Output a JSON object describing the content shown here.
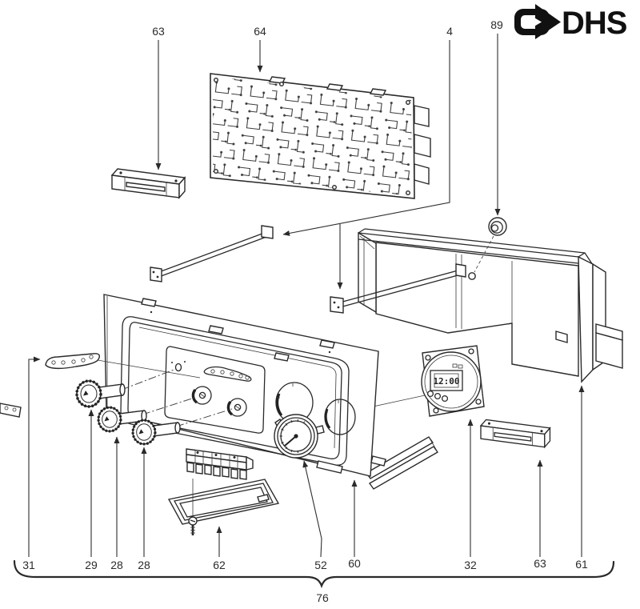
{
  "brand": {
    "name": "DHS",
    "logo_icon": "arrow-right-badge"
  },
  "diagram": {
    "kind": "exploded-parts-diagram",
    "clock": {
      "display": "12:00"
    },
    "callouts": {
      "top": [
        {
          "id": "callout-63-top",
          "label": "63"
        },
        {
          "id": "callout-64",
          "label": "64"
        },
        {
          "id": "callout-4",
          "label": "4"
        },
        {
          "id": "callout-89",
          "label": "89"
        }
      ],
      "bottom": [
        {
          "id": "callout-31",
          "label": "31"
        },
        {
          "id": "callout-29",
          "label": "29"
        },
        {
          "id": "callout-28a",
          "label": "28"
        },
        {
          "id": "callout-28b",
          "label": "28"
        },
        {
          "id": "callout-62",
          "label": "62"
        },
        {
          "id": "callout-52",
          "label": "52"
        },
        {
          "id": "callout-60",
          "label": "60"
        },
        {
          "id": "callout-32",
          "label": "32"
        },
        {
          "id": "callout-63-right",
          "label": "63"
        },
        {
          "id": "callout-61",
          "label": "61"
        }
      ],
      "group": {
        "id": "callout-76",
        "label": "76"
      }
    },
    "colors": {
      "ink": "#2a2a2a",
      "paper": "#ffffff"
    }
  }
}
